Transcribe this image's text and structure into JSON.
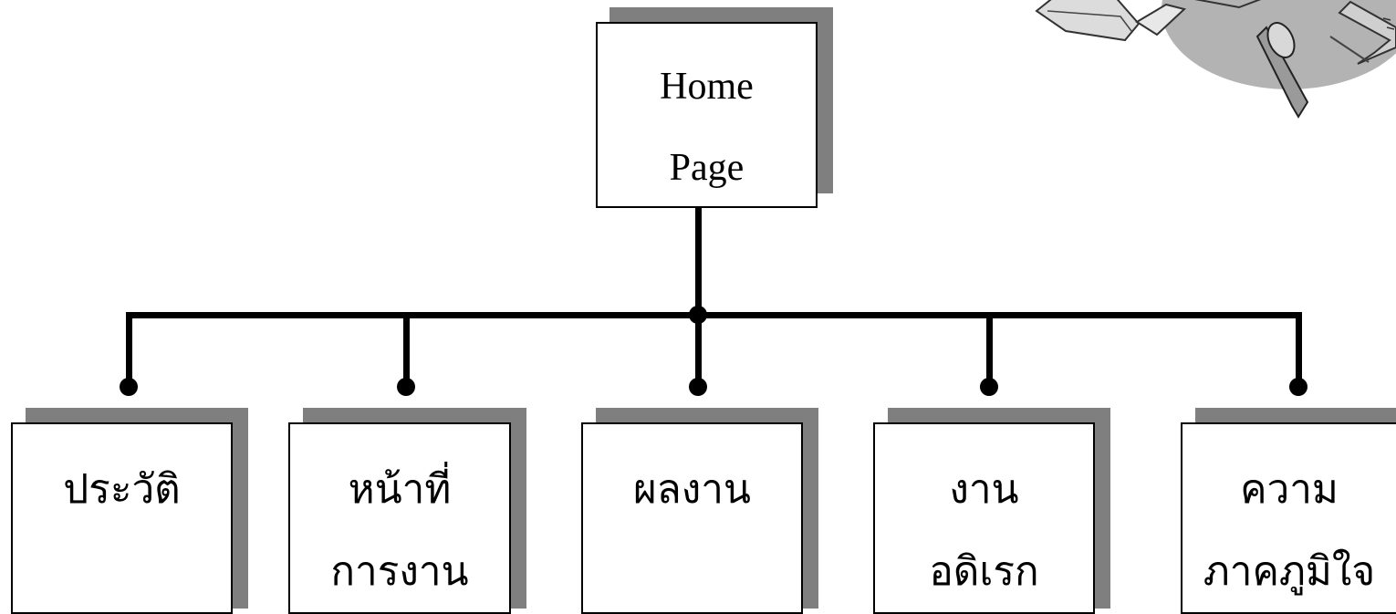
{
  "diagram": {
    "root": {
      "line1": "Home",
      "line2": "Page"
    },
    "children": [
      {
        "line1": "ประวัติ",
        "line2": ""
      },
      {
        "line1": "หน้าที่",
        "line2": "การงาน"
      },
      {
        "line1": "ผลงาน",
        "line2": ""
      },
      {
        "line1": "งาน",
        "line2": "อดิเรก"
      },
      {
        "line1": "ความ",
        "line2": "ภาคภูมิใจ"
      }
    ]
  },
  "colors": {
    "line": "#000000",
    "shadow": "#7f7f7f",
    "box_fill": "#ffffff"
  },
  "decoration": {
    "icon": "compass-and-ruler-clipart"
  }
}
